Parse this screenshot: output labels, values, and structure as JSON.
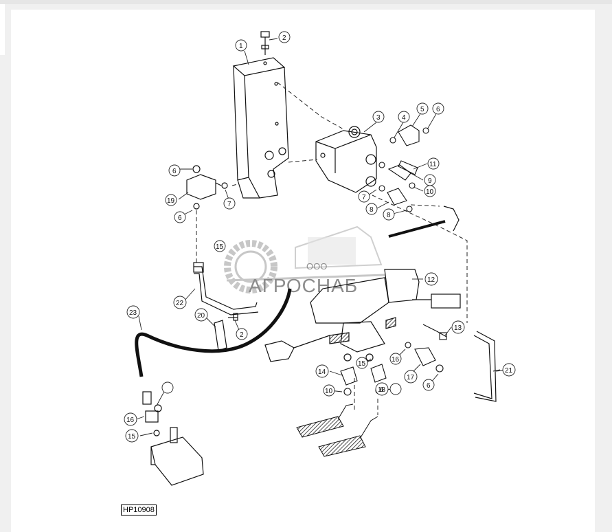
{
  "diagram": {
    "figure_id": "HP10908",
    "watermark": {
      "company_prefix": "ООО",
      "company_name": "АГРОСНАБ"
    },
    "callouts": [
      "1",
      "2",
      "3",
      "4",
      "5",
      "6",
      "6",
      "6",
      "6",
      "6",
      "7",
      "7",
      "8",
      "8",
      "9",
      "10",
      "10",
      "11",
      "12",
      "13",
      "14",
      "15",
      "15",
      "15",
      "16",
      "16",
      "17",
      "18",
      "19",
      "20",
      "2",
      "21",
      "22",
      "23"
    ],
    "colors": {
      "line": "#111111",
      "leader": "#222222",
      "watermark": "#9a9a9a"
    }
  }
}
